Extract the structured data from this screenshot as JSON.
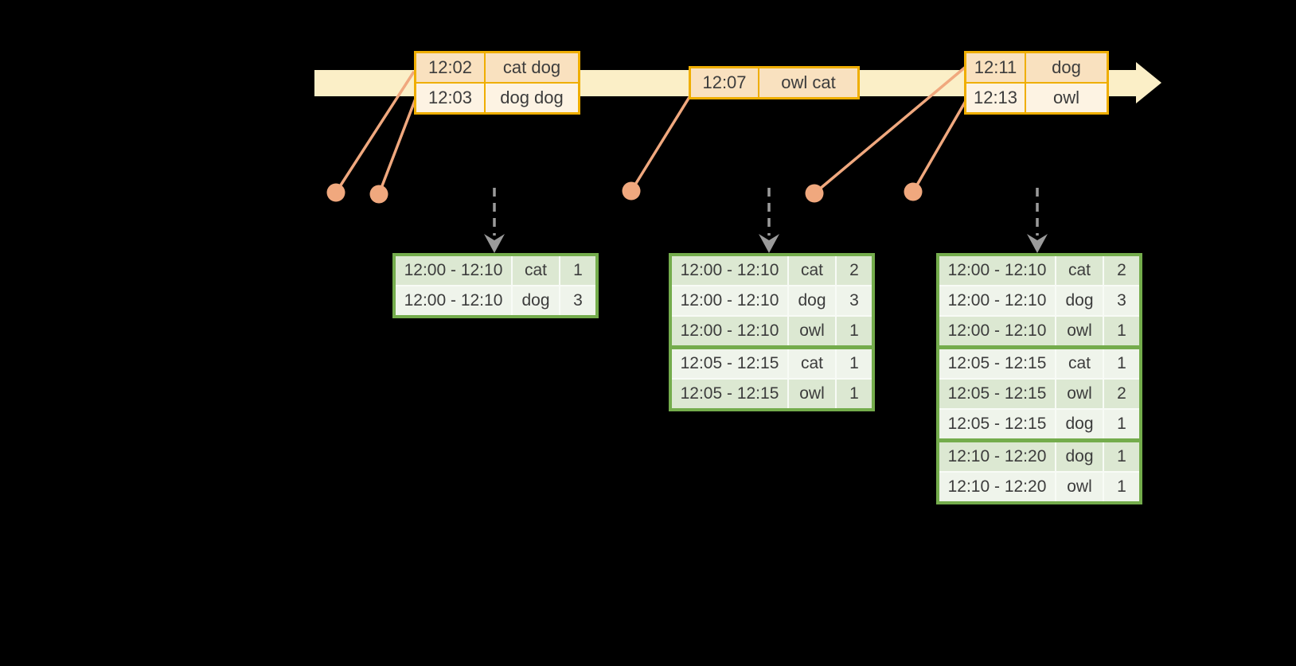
{
  "colors": {
    "background": "#000000",
    "timeline_band": "#fbefc7",
    "input_border": "#efae00",
    "input_row_dark": "#f9e1bf",
    "input_row_light": "#fdf3e3",
    "connector_salmon": "#f0a87e",
    "result_border": "#74ac4c",
    "result_row_dark": "#dce8d2",
    "result_row_light": "#eff4eb",
    "trigger_arrow_gray": "#9b9b9b",
    "text": "#3c3c3c"
  },
  "icons": {
    "timeline_arrow": "block-arrow-right",
    "event_dot": "filled-circle",
    "trigger_arrow": "dashed-arrow-down"
  },
  "input_tables": [
    {
      "rows": [
        {
          "time": "12:02",
          "words": "cat dog"
        },
        {
          "time": "12:03",
          "words": "dog dog"
        }
      ]
    },
    {
      "rows": [
        {
          "time": "12:07",
          "words": "owl cat"
        }
      ]
    },
    {
      "rows": [
        {
          "time": "12:11",
          "words": "dog"
        },
        {
          "time": "12:13",
          "words": "owl"
        }
      ]
    }
  ],
  "result_tables": [
    {
      "rows": [
        {
          "window": "12:00 - 12:10",
          "word": "cat",
          "count": "1"
        },
        {
          "window": "12:00 - 12:10",
          "word": "dog",
          "count": "3"
        }
      ]
    },
    {
      "rows": [
        {
          "window": "12:00 - 12:10",
          "word": "cat",
          "count": "2"
        },
        {
          "window": "12:00 - 12:10",
          "word": "dog",
          "count": "3"
        },
        {
          "window": "12:00 - 12:10",
          "word": "owl",
          "count": "1"
        },
        {
          "window": "12:05 - 12:15",
          "word": "cat",
          "count": "1"
        },
        {
          "window": "12:05 - 12:15",
          "word": "owl",
          "count": "1"
        }
      ]
    },
    {
      "rows": [
        {
          "window": "12:00 - 12:10",
          "word": "cat",
          "count": "2"
        },
        {
          "window": "12:00 - 12:10",
          "word": "dog",
          "count": "3"
        },
        {
          "window": "12:00 - 12:10",
          "word": "owl",
          "count": "1"
        },
        {
          "window": "12:05 - 12:15",
          "word": "cat",
          "count": "1"
        },
        {
          "window": "12:05 - 12:15",
          "word": "owl",
          "count": "2"
        },
        {
          "window": "12:05 - 12:15",
          "word": "dog",
          "count": "1"
        },
        {
          "window": "12:10 - 12:20",
          "word": "dog",
          "count": "1"
        },
        {
          "window": "12:10 - 12:20",
          "word": "owl",
          "count": "1"
        }
      ]
    }
  ]
}
